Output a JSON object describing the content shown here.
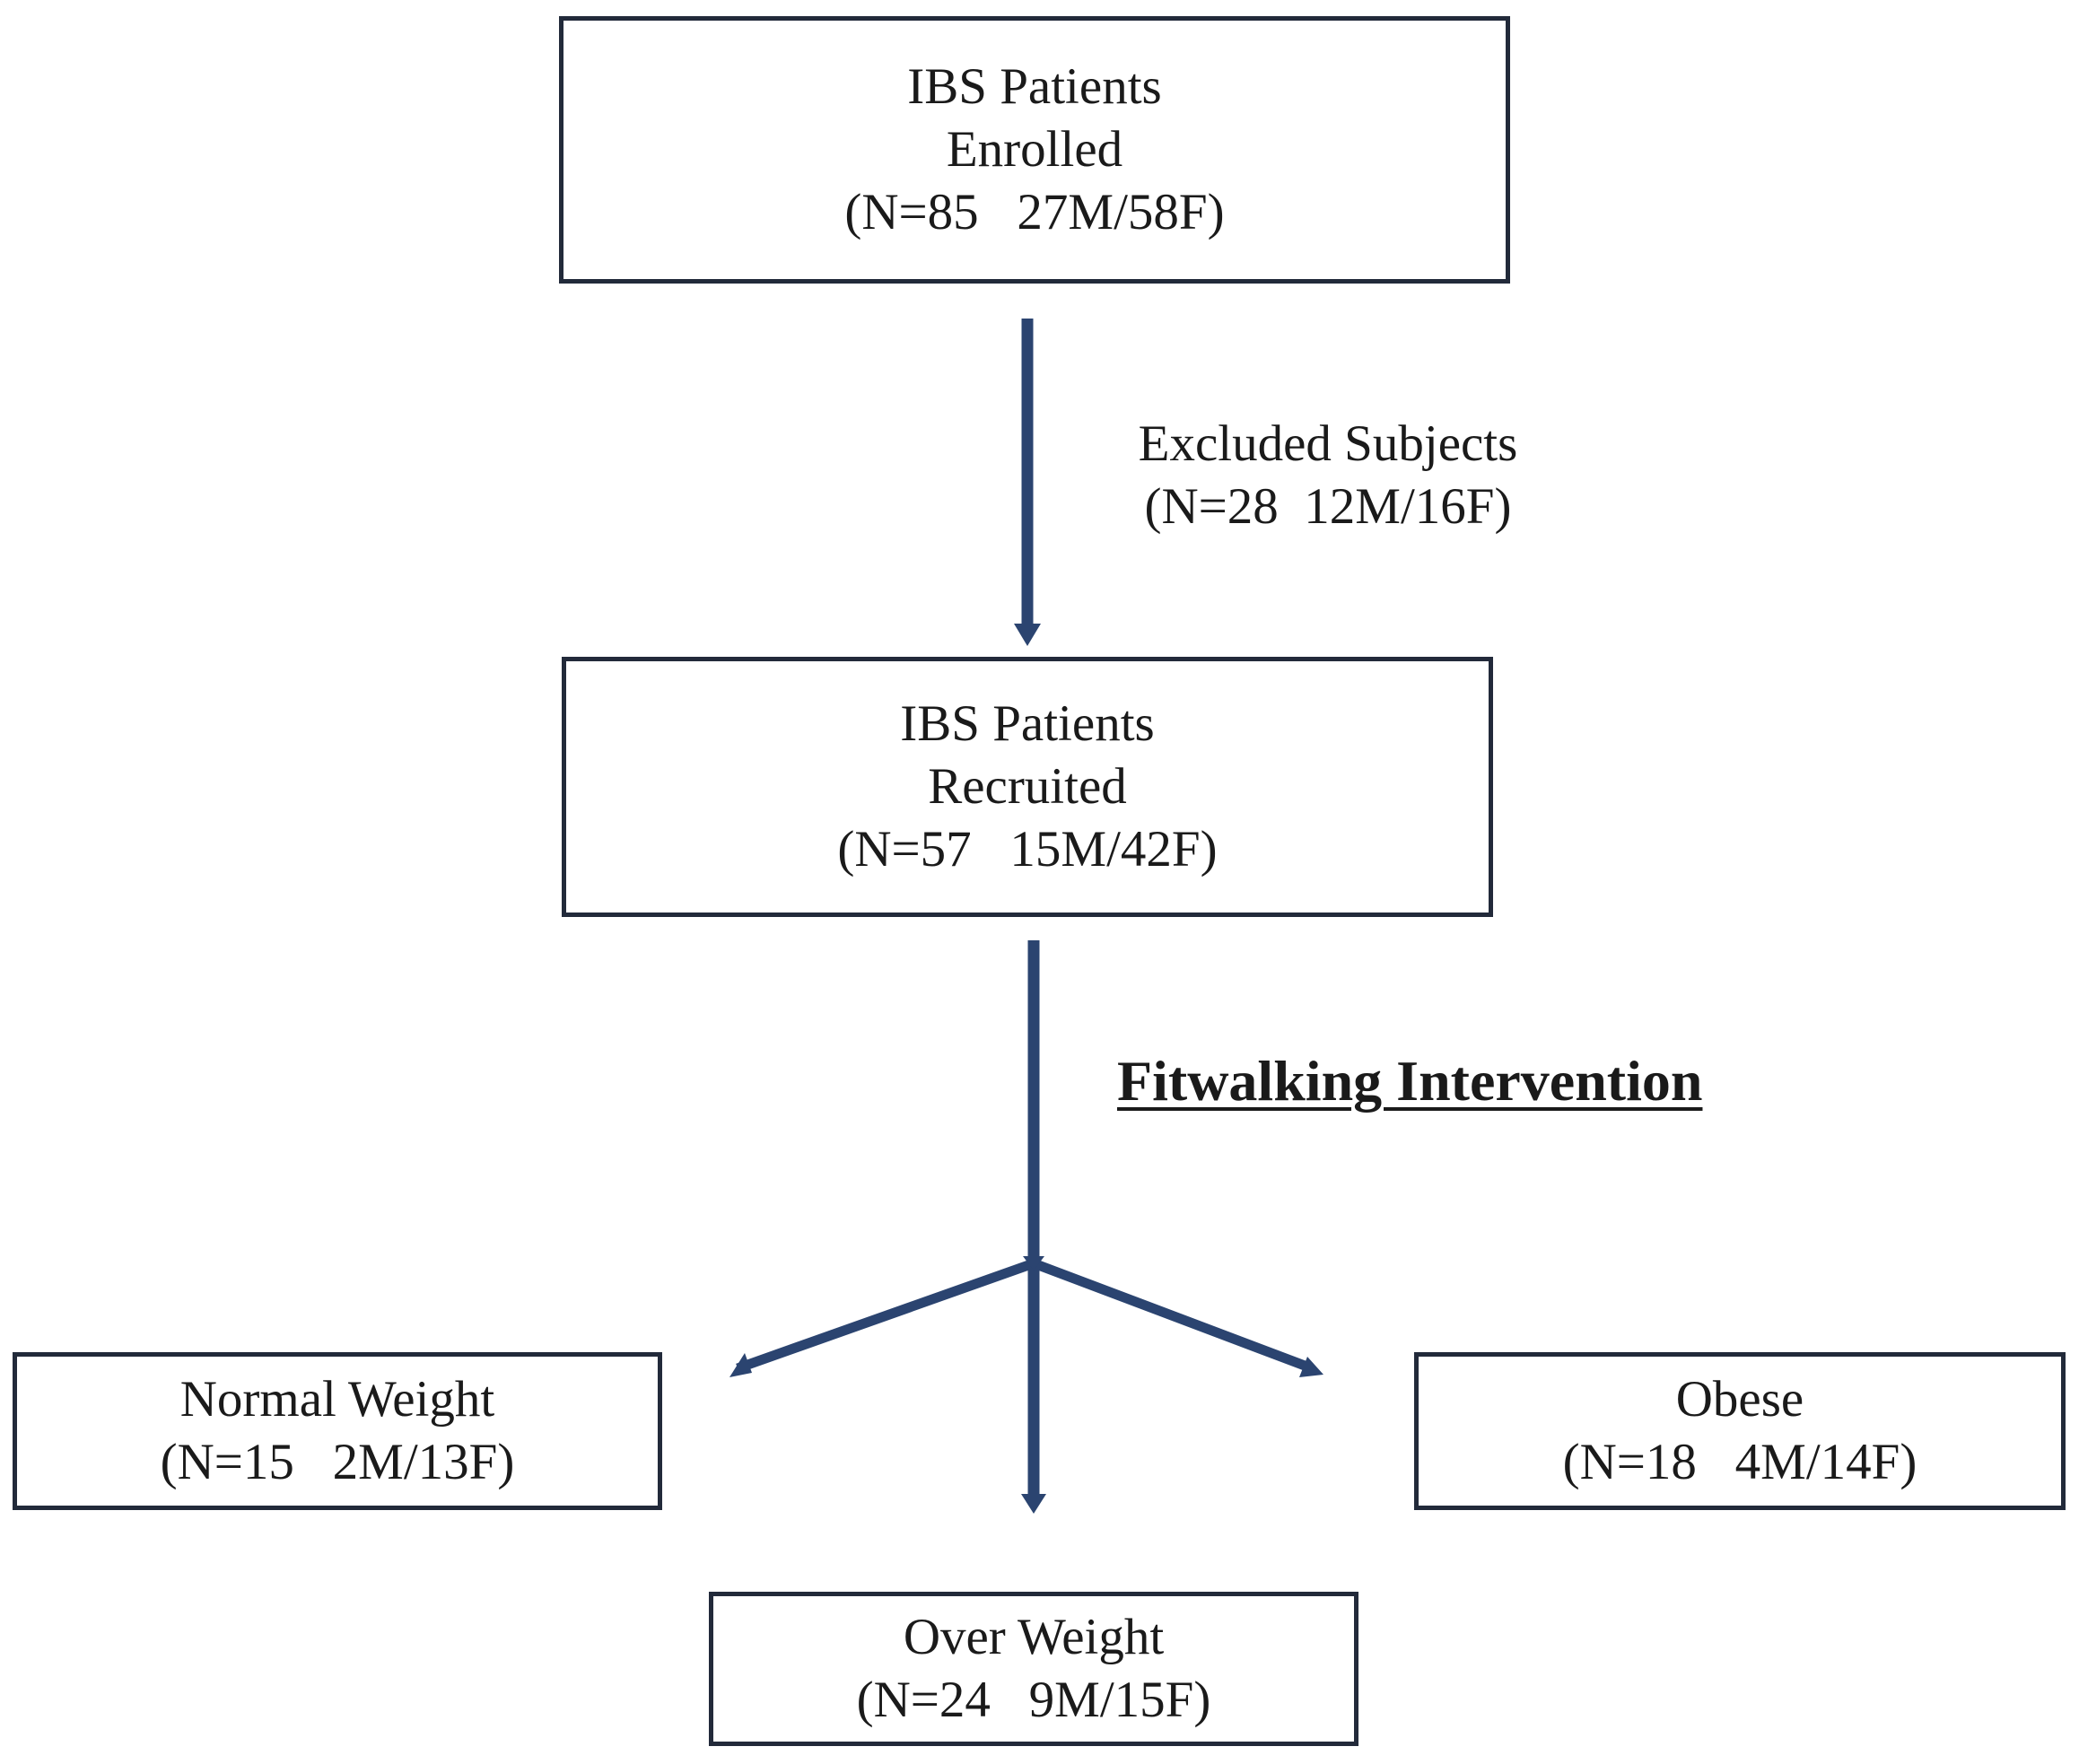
{
  "colors": {
    "arrow": "#2b4470",
    "box_border": "#222a3a",
    "text": "#1a1a1a"
  },
  "enrolled": {
    "line1": "IBS Patients",
    "line2": "Enrolled",
    "line3": "(N=85   27M/58F)"
  },
  "excluded": {
    "line1": "Excluded Subjects",
    "line2": "(N=28  12M/16F)"
  },
  "recruited": {
    "line1": "IBS Patients",
    "line2": "Recruited",
    "line3": "(N=57   15M/42F)"
  },
  "intervention": {
    "label": "Fitwalking Intervention"
  },
  "normal_weight": {
    "line1": "Normal Weight",
    "line2": "(N=15   2M/13F)"
  },
  "obese": {
    "line1": "Obese",
    "line2": "(N=18   4M/14F)"
  },
  "over_weight": {
    "line1": "Over Weight",
    "line2": "(N=24   9M/15F)"
  }
}
